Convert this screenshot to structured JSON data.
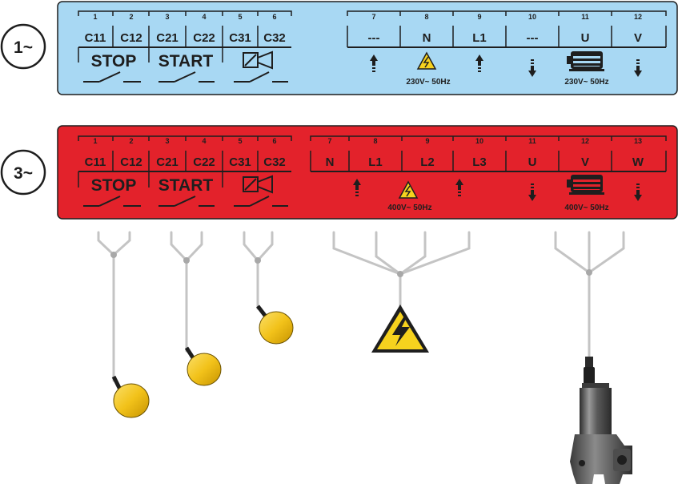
{
  "single_phase": {
    "phase_label": "1~",
    "panel_color": "#a8d8f3",
    "terminals": [
      {
        "num": "1",
        "label": "C11"
      },
      {
        "num": "2",
        "label": "C12"
      },
      {
        "num": "3",
        "label": "C21"
      },
      {
        "num": "4",
        "label": "C22"
      },
      {
        "num": "5",
        "label": "C31"
      },
      {
        "num": "6",
        "label": "C32"
      },
      {
        "num": "7",
        "label": "---"
      },
      {
        "num": "8",
        "label": "N"
      },
      {
        "num": "9",
        "label": "L1"
      },
      {
        "num": "10",
        "label": "---"
      },
      {
        "num": "11",
        "label": "U"
      },
      {
        "num": "12",
        "label": "V"
      }
    ],
    "stop_label": "STOP",
    "start_label": "START",
    "supply_note": "230V~ 50Hz",
    "motor_note": "230V~ 50Hz"
  },
  "three_phase": {
    "phase_label": "3~",
    "panel_color": "#e3222b",
    "terminals": [
      {
        "num": "1",
        "label": "C11"
      },
      {
        "num": "2",
        "label": "C12"
      },
      {
        "num": "3",
        "label": "C21"
      },
      {
        "num": "4",
        "label": "C22"
      },
      {
        "num": "5",
        "label": "C31"
      },
      {
        "num": "6",
        "label": "C32"
      },
      {
        "num": "7",
        "label": "N"
      },
      {
        "num": "8",
        "label": "L1"
      },
      {
        "num": "9",
        "label": "L2"
      },
      {
        "num": "10",
        "label": "L3"
      },
      {
        "num": "11",
        "label": "U"
      },
      {
        "num": "12",
        "label": "V"
      },
      {
        "num": "13",
        "label": "W"
      }
    ],
    "stop_label": "STOP",
    "start_label": "START",
    "supply_note": "400V~ 50Hz",
    "motor_note": "400V~ 50Hz"
  },
  "colors": {
    "float_switch": "#f2c21a",
    "hazard_sign": "#f6d21e",
    "wire": "#c4c4c4",
    "pump": "#4d4d4d"
  },
  "icons": [
    "phase-badge-icon",
    "float-switch-icon",
    "hazard-warning-icon",
    "motor-icon",
    "submersible-pump-icon",
    "relay-coil-icon",
    "up-arrow-icon",
    "down-arrow-icon"
  ]
}
